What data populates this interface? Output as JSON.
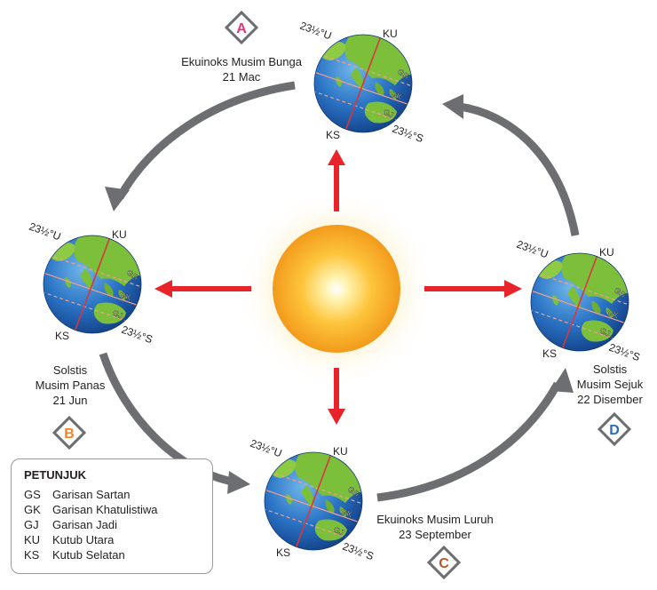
{
  "positions": [
    {
      "id": "A",
      "letter": "A",
      "letter_color": "#e0357e",
      "event": "Ekuinoks Musim Bunga",
      "date": "21 Mac"
    },
    {
      "id": "B",
      "letter": "B",
      "letter_color": "#f58220",
      "event_line1": "Solstis",
      "event_line2": "Musim Panas",
      "date": "21 Jun"
    },
    {
      "id": "C",
      "letter": "C",
      "letter_color": "#b5562b",
      "event": "Ekuinoks Musim Luruh",
      "date": "23 September"
    },
    {
      "id": "D",
      "letter": "D",
      "letter_color": "#2a6ebb",
      "event_line1": "Solstis",
      "event_line2": "Musim Sejuk",
      "date": "22 Disember"
    }
  ],
  "globe_labels": {
    "north_tropic": "23½°U",
    "south_tropic": "23½°S",
    "north_pole": "KU",
    "south_pole": "KS",
    "line_gs": "GS",
    "line_gk": "GK",
    "line_gj": "GJ"
  },
  "legend": {
    "title": "PETUNJUK",
    "items": [
      {
        "code": "GS",
        "text": "Garisan Sartan"
      },
      {
        "code": "GK",
        "text": "Garisan Khatulistiwa"
      },
      {
        "code": "GJ",
        "text": "Garisan Jadi"
      },
      {
        "code": "KU",
        "text": "Kutub Utara"
      },
      {
        "code": "KS",
        "text": "Kutub Selatan"
      }
    ]
  },
  "colors": {
    "sun_core": "#fff6c0",
    "sun_mid": "#fdc43a",
    "sun_edge": "#f4a21d",
    "ray_arrow": "#e8232a",
    "orbit_arrow": "#6d6e71",
    "ocean": "#1f5fb0",
    "land": "#7bbf3a"
  }
}
